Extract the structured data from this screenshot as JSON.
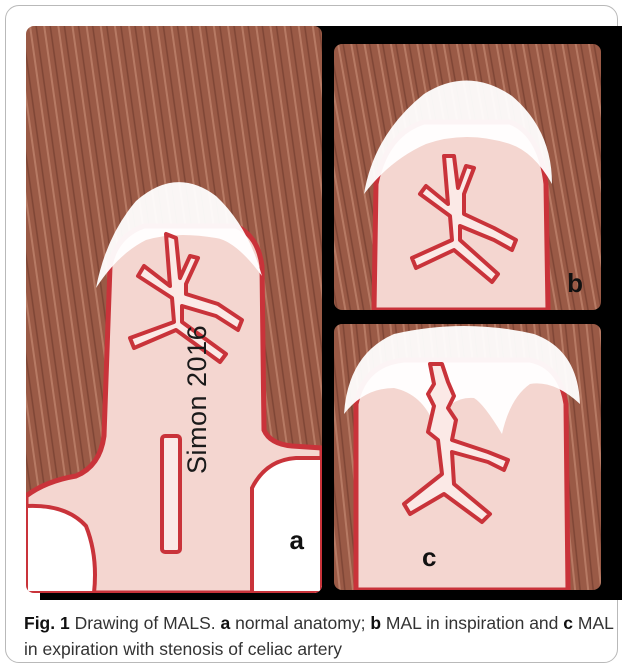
{
  "figure": {
    "panel_labels": {
      "a": "a",
      "b": "b",
      "c": "c"
    },
    "signature": "Simon 2016",
    "colors": {
      "muscle": "#9a5a46",
      "muscle_light": "#c28a76",
      "tissue": "#f4d6d0",
      "outline": "#c9333a",
      "ligament": "#ffffff",
      "background": "#000000"
    }
  },
  "caption": {
    "fig_label": "Fig. 1",
    "title": "Drawing of MALS.",
    "a_letter": "a",
    "a_text": "normal anatomy;",
    "b_letter": "b",
    "b_text": "MAL in inspiration and",
    "c_letter": "c",
    "c_text": "MAL in expiration with stenosis of celiac artery"
  }
}
